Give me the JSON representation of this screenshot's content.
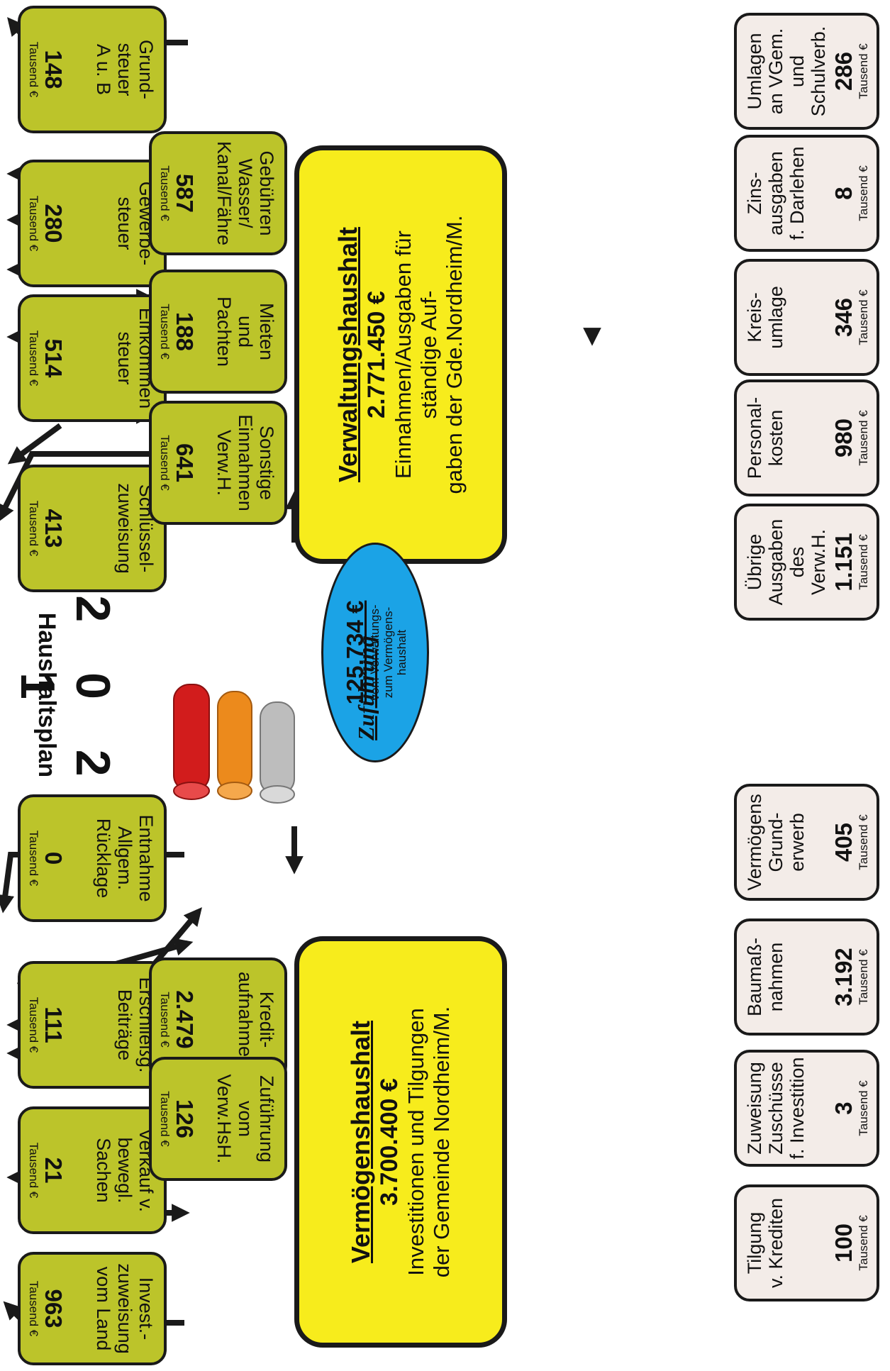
{
  "title": "Haushaltsplan",
  "year": "2 0 2 1",
  "zufuehrung_label": "Zuführung",
  "verwaltungshaushalt": {
    "title": "Verwaltungshaushalt",
    "amount": "2.771.450 €",
    "description": "Einnahmen/Ausgaben für\nständige Auf-\ngaben der Gde.Nordheim/M."
  },
  "vermoegenshaushalt": {
    "title": "Vermögenshaushalt",
    "amount": "3.700.400 €",
    "description": "Investitionen und Tilgungen\nder Gemeinde Nordheim/M."
  },
  "transfer": {
    "amount": "125.734 €",
    "description": "vom Verwaltungs-\nzum Vermögens-\nhaushalt"
  },
  "unit": "Tausend €",
  "vw_income_outer": [
    {
      "label": "Grund-\nsteuer\nA u. B",
      "value": "148"
    },
    {
      "label": "Gewerbe-\nsteuer",
      "value": "280"
    },
    {
      "label": "Einkommen\nsteuer",
      "value": "514"
    },
    {
      "label": "Schlüssel-\nzuweisung",
      "value": "413"
    }
  ],
  "vw_income_inner": [
    {
      "label": "Gebühren\nWasser/\nKanal/Fähre",
      "value": "587"
    },
    {
      "label": "Mieten\nund\nPachten",
      "value": "188"
    },
    {
      "label": "Sonstige\nEinnahmen\nVerw.H.",
      "value": "641"
    }
  ],
  "vm_income_outer": [
    {
      "label": "Entnahme\nAllgem.\nRücklage",
      "value": "0"
    },
    {
      "label": "Erschließg.\nBeiträge",
      "value": "111"
    },
    {
      "label": "Verkauf v.\nbewegl.\nSachen",
      "value": "21"
    },
    {
      "label": "Invest.-\nzuweisung\nvom Land",
      "value": "963"
    }
  ],
  "vm_income_inner": [
    {
      "label": "Kredit-\naufnahmen",
      "value": "2.479"
    },
    {
      "label": "Zuführung\nvom\nVerw.HsH.",
      "value": "126"
    }
  ],
  "vw_expenses": [
    {
      "label": "Umlagen\nan VGem.\nund\nSchulverb.",
      "value": "286"
    },
    {
      "label": "Zins-\nausgaben\nf. Darlehen",
      "value": "8"
    },
    {
      "label": "Kreis-\numlage",
      "value": "346"
    },
    {
      "label": "Personal-\nkosten",
      "value": "980"
    },
    {
      "label": "Übrige\nAusgaben\ndes\nVerw.H.",
      "value": "1.151"
    }
  ],
  "vm_expenses": [
    {
      "label": "Vermögens\nGrund-\nerwerb",
      "value": "405"
    },
    {
      "label": "Baumaß-\nnahmen",
      "value": "3.192"
    },
    {
      "label": "Zuweisung\nZuschüsse\nf. Investition",
      "value": "3"
    },
    {
      "label": "Tilgung\nv. Krediten",
      "value": "100"
    }
  ],
  "colors": {
    "income_box": "#bcc42a",
    "expense_box": "#f3ece8",
    "main_box": "#f7ec1c",
    "ellipse": "#1ba3e6",
    "coins": [
      "#c8c8c8",
      "#ef9320",
      "#d81f1f"
    ]
  }
}
